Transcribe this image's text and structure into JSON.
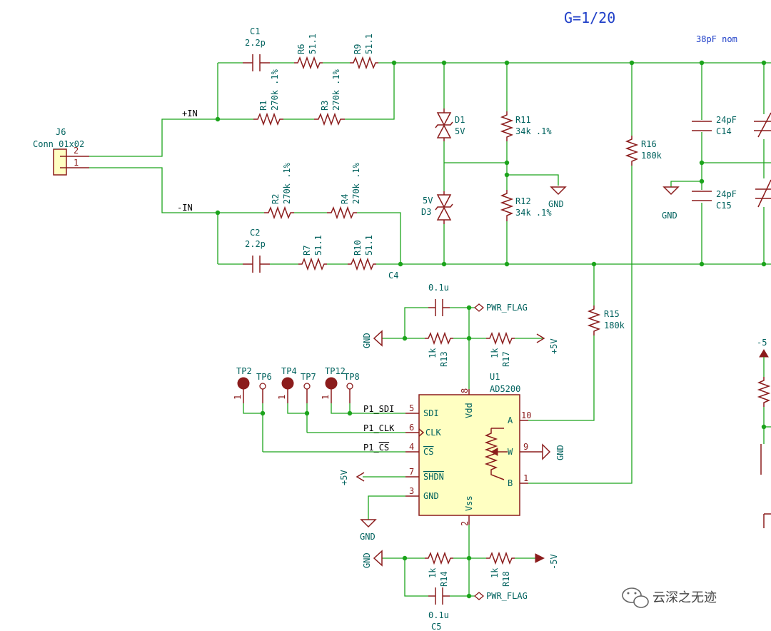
{
  "notes": {
    "gain": "G=1/20",
    "cap_nom": "38pF nom"
  },
  "connector": {
    "ref": "J6",
    "value": "Conn_01x02",
    "pin2": "2",
    "pin1": "1"
  },
  "nets": {
    "plus_in": "+IN",
    "minus_in": "-IN",
    "c4": "C4",
    "pwr_flag": "PWR_FLAG",
    "gnd": "GND",
    "p5v": "+5V",
    "m5v": "-5V",
    "m5v_cut": "-5"
  },
  "caps": {
    "c1": {
      "ref": "C1",
      "value": "2.2p"
    },
    "c2": {
      "ref": "C2",
      "value": "2.2p"
    },
    "c14": {
      "ref": "C14",
      "value": "24pF"
    },
    "c15": {
      "ref": "C15",
      "value": "24pF"
    },
    "top_bypass": {
      "value": "0.1u"
    },
    "c5": {
      "ref": "C5",
      "value": "0.1u"
    }
  },
  "resistors": {
    "r6": {
      "ref": "R6",
      "value": "51.1"
    },
    "r9": {
      "ref": "R9",
      "value": "51.1"
    },
    "r1": {
      "ref": "R1",
      "value": "270k .1%"
    },
    "r3": {
      "ref": "R3",
      "value": "270k .1%"
    },
    "r2": {
      "ref": "R2",
      "value": "270k .1%"
    },
    "r4": {
      "ref": "R4",
      "value": "270k .1%"
    },
    "r7": {
      "ref": "R7",
      "value": "51.1"
    },
    "r10": {
      "ref": "R10",
      "value": "51.1"
    },
    "r11": {
      "ref": "R11",
      "value": "34k .1%"
    },
    "r12": {
      "ref": "R12",
      "value": "34k .1%"
    },
    "r16": {
      "ref": "R16",
      "value": "180k"
    },
    "r15": {
      "ref": "R15",
      "value": "180k"
    },
    "r13": {
      "ref": "R13",
      "value": "1k"
    },
    "r17": {
      "ref": "R17",
      "value": "1k"
    },
    "r14": {
      "ref": "R14",
      "value": "1k"
    },
    "r18": {
      "ref": "R18",
      "value": "1k"
    }
  },
  "diodes": {
    "d1": {
      "ref": "D1",
      "value": "5V"
    },
    "d3": {
      "ref": "D3",
      "value": "5V"
    }
  },
  "testpoints": {
    "tp2": "TP2",
    "tp6": "TP6",
    "tp4": "TP4",
    "tp7": "TP7",
    "tp12": "TP12",
    "tp8": "TP8",
    "pin": "1"
  },
  "u1": {
    "ref": "U1",
    "value": "AD5200",
    "pins": {
      "sdi": {
        "num": "5",
        "name": "SDI",
        "net": "P1_SDI"
      },
      "clk": {
        "num": "6",
        "name": "CLK",
        "net": "P1_CLK"
      },
      "cs": {
        "num": "4",
        "name": "CS",
        "net_prefix": "P1_",
        "net_bar": "CS"
      },
      "shdn": {
        "num": "7",
        "name": "SHDN"
      },
      "gnd": {
        "num": "3",
        "name": "GND"
      },
      "vdd": {
        "num": "8",
        "name": "Vdd"
      },
      "vss": {
        "num": "2",
        "name": "Vss"
      },
      "a": {
        "num": "10",
        "name": "A"
      },
      "w": {
        "num": "9",
        "name": "W"
      },
      "b": {
        "num": "1",
        "name": "B"
      }
    }
  },
  "watermark": "云深之无迹"
}
